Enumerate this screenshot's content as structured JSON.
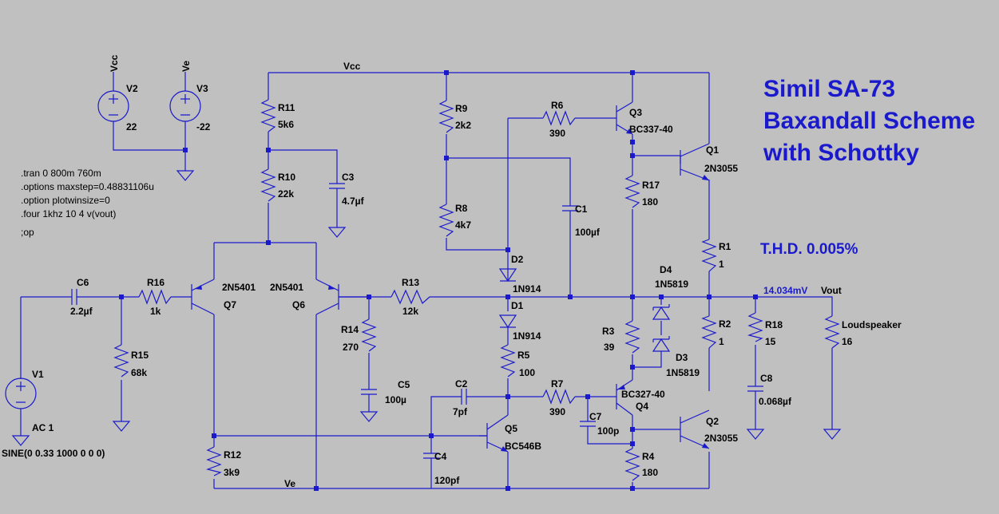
{
  "title_lines": [
    "Simil SA-73",
    "Baxandall Scheme",
    "with Schottky"
  ],
  "thd": "T.H.D. 0.005%",
  "probe_value": "14.034mV",
  "nets": {
    "vcc": "Vcc",
    "ve": "Ve",
    "vout": "Vout"
  },
  "directives": [
    ".tran 0 800m 760m",
    ".options maxstep=0.48831106u",
    ".option plotwinsize=0",
    ".four 1khz 10 4 v(vout)",
    ";op"
  ],
  "sources": {
    "v2": {
      "name": "V2",
      "value": "22",
      "net": "Vcc"
    },
    "v3": {
      "name": "V3",
      "value": "-22",
      "net": "Ve"
    },
    "v1": {
      "name": "V1",
      "value": "AC 1",
      "spec": "SINE(0 0.33 1000 0 0 0)"
    }
  },
  "resistors": {
    "r1": {
      "name": "R1",
      "value": "1"
    },
    "r2": {
      "name": "R2",
      "value": "1"
    },
    "r3": {
      "name": "R3",
      "value": "39"
    },
    "r4": {
      "name": "R4",
      "value": "180"
    },
    "r5": {
      "name": "R5",
      "value": "100"
    },
    "r6": {
      "name": "R6",
      "value": "390"
    },
    "r7": {
      "name": "R7",
      "value": "390"
    },
    "r8": {
      "name": "R8",
      "value": "4k7"
    },
    "r9": {
      "name": "R9",
      "value": "2k2"
    },
    "r10": {
      "name": "R10",
      "value": "22k"
    },
    "r11": {
      "name": "R11",
      "value": "5k6"
    },
    "r12": {
      "name": "R12",
      "value": "3k9"
    },
    "r13": {
      "name": "R13",
      "value": "12k"
    },
    "r14": {
      "name": "R14",
      "value": "270"
    },
    "r15": {
      "name": "R15",
      "value": "68k"
    },
    "r16": {
      "name": "R16",
      "value": "1k"
    },
    "r17": {
      "name": "R17",
      "value": "180"
    },
    "r18": {
      "name": "R18",
      "value": "15"
    },
    "loudspeaker": {
      "name": "Loudspeaker",
      "value": "16"
    }
  },
  "capacitors": {
    "c1": {
      "name": "C1",
      "value": "100µf"
    },
    "c2": {
      "name": "C2",
      "value": "7pf"
    },
    "c3": {
      "name": "C3",
      "value": "4.7µf"
    },
    "c4": {
      "name": "C4",
      "value": "120pf"
    },
    "c5": {
      "name": "C5",
      "value": "100µ"
    },
    "c6": {
      "name": "C6",
      "value": "2.2µf"
    },
    "c7": {
      "name": "C7",
      "value": "100p"
    },
    "c8": {
      "name": "C8",
      "value": "0.068µf"
    }
  },
  "diodes": {
    "d1": {
      "name": "D1",
      "value": "1N914"
    },
    "d2": {
      "name": "D2",
      "value": "1N914"
    },
    "d3": {
      "name": "D3",
      "value": "1N5819"
    },
    "d4": {
      "name": "D4",
      "value": "1N5819"
    }
  },
  "transistors": {
    "q1": {
      "name": "Q1",
      "value": "2N3055"
    },
    "q2": {
      "name": "Q2",
      "value": "2N3055"
    },
    "q3": {
      "name": "Q3",
      "value": "BC337-40"
    },
    "q4": {
      "name": "Q4",
      "value": "BC327-40"
    },
    "q5": {
      "name": "Q5",
      "value": "BC546B"
    },
    "q6": {
      "name": "Q6",
      "value": "2N5401"
    },
    "q7": {
      "name": "Q7",
      "value": "2N5401"
    }
  }
}
